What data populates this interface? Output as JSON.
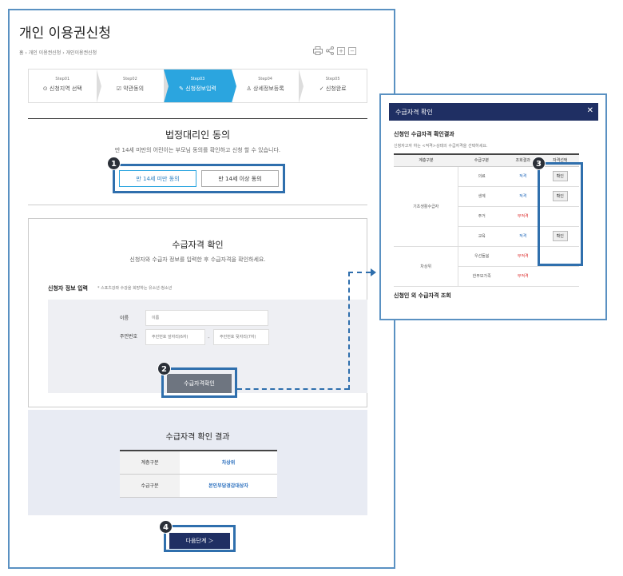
{
  "page": {
    "title": "개인 이용권신청",
    "breadcrumb": "홈 › 개인 이용권신청 › 개인이용권신청",
    "tools": {
      "print_icon": "print-icon",
      "share_icon": "share-icon",
      "zoom_in": "+",
      "zoom_out": "−"
    }
  },
  "steps": [
    {
      "num": "Step01",
      "label": "신청지역 선택",
      "icon": "map-pin-icon"
    },
    {
      "num": "Step02",
      "label": "약관동의",
      "icon": "checkbox-icon"
    },
    {
      "num": "Step03",
      "label": "신청정보입력",
      "icon": "pencil-icon",
      "active": true
    },
    {
      "num": "Step04",
      "label": "상세정보등록",
      "icon": "user-icon"
    },
    {
      "num": "Step05",
      "label": "신청완료",
      "icon": "check-circle-icon"
    }
  ],
  "legal": {
    "heading": "법정대리인 동의",
    "desc": "만 14세 미만의 어린이는 부모님 동의를 확인하고 신청 할 수 있습니다.",
    "under14": "만 14세 미만 동의",
    "over14": "만 14세 이상 동의"
  },
  "eligibility": {
    "heading": "수급자격 확인",
    "desc": "신청자와 수급자 정보를 입력한 후 수급자격을 확인하세요.",
    "input_label": "신청자 정보 입력",
    "input_note": "* 스포츠강좌 수강을 희망하는 유소년·청소년",
    "name_label": "이름",
    "name_placeholder": "이름",
    "rrn_label": "주민번호",
    "rrn_front_placeholder": "주민번호 앞자리(6자)",
    "rrn_back_placeholder": "주민번호 뒷자리(7자)",
    "dash": "-",
    "check_button": "수급자격확인"
  },
  "result": {
    "heading": "수급자격 확인 결과",
    "rows": [
      {
        "key": "계층구분",
        "value": "차상위"
      },
      {
        "key": "수급구분",
        "value": "본인부담경감대상자"
      }
    ]
  },
  "next_button": "다음단계 ＞",
  "badges": [
    "1",
    "2",
    "3",
    "4"
  ],
  "popup": {
    "title": "수급자격 확인",
    "close": "✕",
    "subtitle": "신청인 수급자격 확인결과",
    "note": "신청자고자 하는 <적격>상태의 수급자격을 선택하세요.",
    "headers": [
      "계층구분",
      "수급구분",
      "조회결과",
      "자격선택"
    ],
    "groups": [
      {
        "name": "기초생활수급자",
        "rows": [
          {
            "type": "의료",
            "result": "적격",
            "status": "ok",
            "btn": "확인"
          },
          {
            "type": "생계",
            "result": "적격",
            "status": "ok",
            "btn": "확인"
          },
          {
            "type": "주거",
            "result": "부적격",
            "status": "no",
            "btn": ""
          },
          {
            "type": "교육",
            "result": "적격",
            "status": "ok",
            "btn": "확인"
          }
        ]
      },
      {
        "name": "차상위",
        "rows": [
          {
            "type": "우선돌봄",
            "result": "부적격",
            "status": "no",
            "btn": ""
          },
          {
            "type": "한부모가족",
            "result": "부적격",
            "status": "no",
            "btn": ""
          }
        ]
      }
    ],
    "more": "신청인 외 수급자격 조회"
  }
}
